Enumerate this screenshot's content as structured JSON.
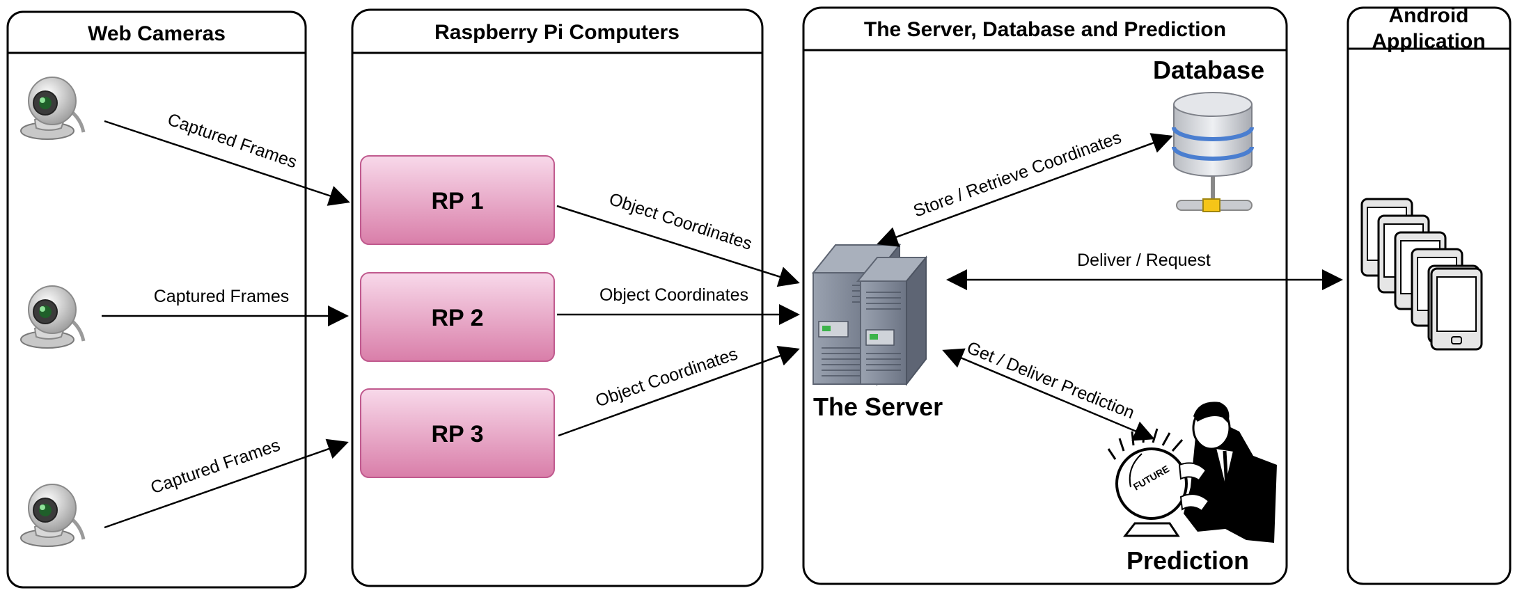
{
  "lanes": [
    {
      "id": "web-cameras",
      "title": "Web Cameras"
    },
    {
      "id": "raspberry-pi",
      "title": "Raspberry Pi Computers"
    },
    {
      "id": "server",
      "title": "The Server, Database and Prediction"
    },
    {
      "id": "android",
      "title_line1": "Android",
      "title_line2": "Application"
    }
  ],
  "nodes": {
    "rp1": "RP 1",
    "rp2": "RP 2",
    "rp3": "RP 3",
    "server": "The Server",
    "database": "Database",
    "prediction": "Prediction",
    "future": "FUTURE"
  },
  "edges": {
    "cam1_rp1": "Captured Frames",
    "cam2_rp2": "Captured Frames",
    "cam3_rp3": "Captured Frames",
    "rp1_server": "Object Coordinates",
    "rp2_server": "Object Coordinates",
    "rp3_server": "Object Coordinates",
    "server_database": "Store / Retrieve Coordinates",
    "server_android": "Deliver / Request",
    "server_prediction": "Get / Deliver Prediction"
  },
  "colors": {
    "rp_fill_top": "#f6d3e6",
    "rp_fill_bottom": "#d97ea9",
    "rp_stroke": "#c05a8e",
    "server_body": "#7b8494",
    "db_band": "#4a7ed0",
    "db_valve": "#f5c518"
  }
}
